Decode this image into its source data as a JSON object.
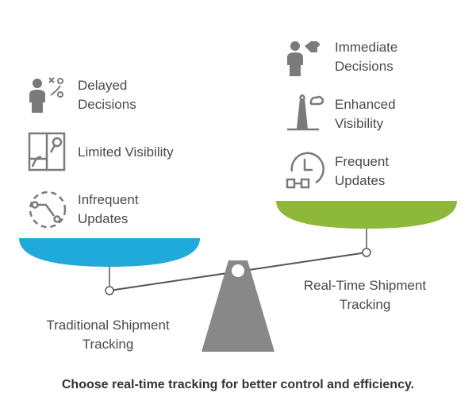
{
  "left_side": {
    "title": "Traditional Shipment\nTracking",
    "color": "#1faad9",
    "items": [
      {
        "label": "Delayed\nDecisions",
        "icon": "person-strategy-icon"
      },
      {
        "label": "Limited Visibility",
        "icon": "window-magnifier-icon"
      },
      {
        "label": "Infrequent\nUpdates",
        "icon": "dashed-circle-route-icon"
      }
    ]
  },
  "right_side": {
    "title": "Real-Time Shipment\nTracking",
    "color": "#8db83a",
    "items": [
      {
        "label": "Immediate\nDecisions",
        "icon": "person-speaking-icon"
      },
      {
        "label": "Enhanced\nVisibility",
        "icon": "lighthouse-icon"
      },
      {
        "label": "Frequent\nUpdates",
        "icon": "clock-connection-icon"
      }
    ]
  },
  "fulcrum_color": "#888888",
  "footer": "Choose real-time tracking for better control and efficiency."
}
